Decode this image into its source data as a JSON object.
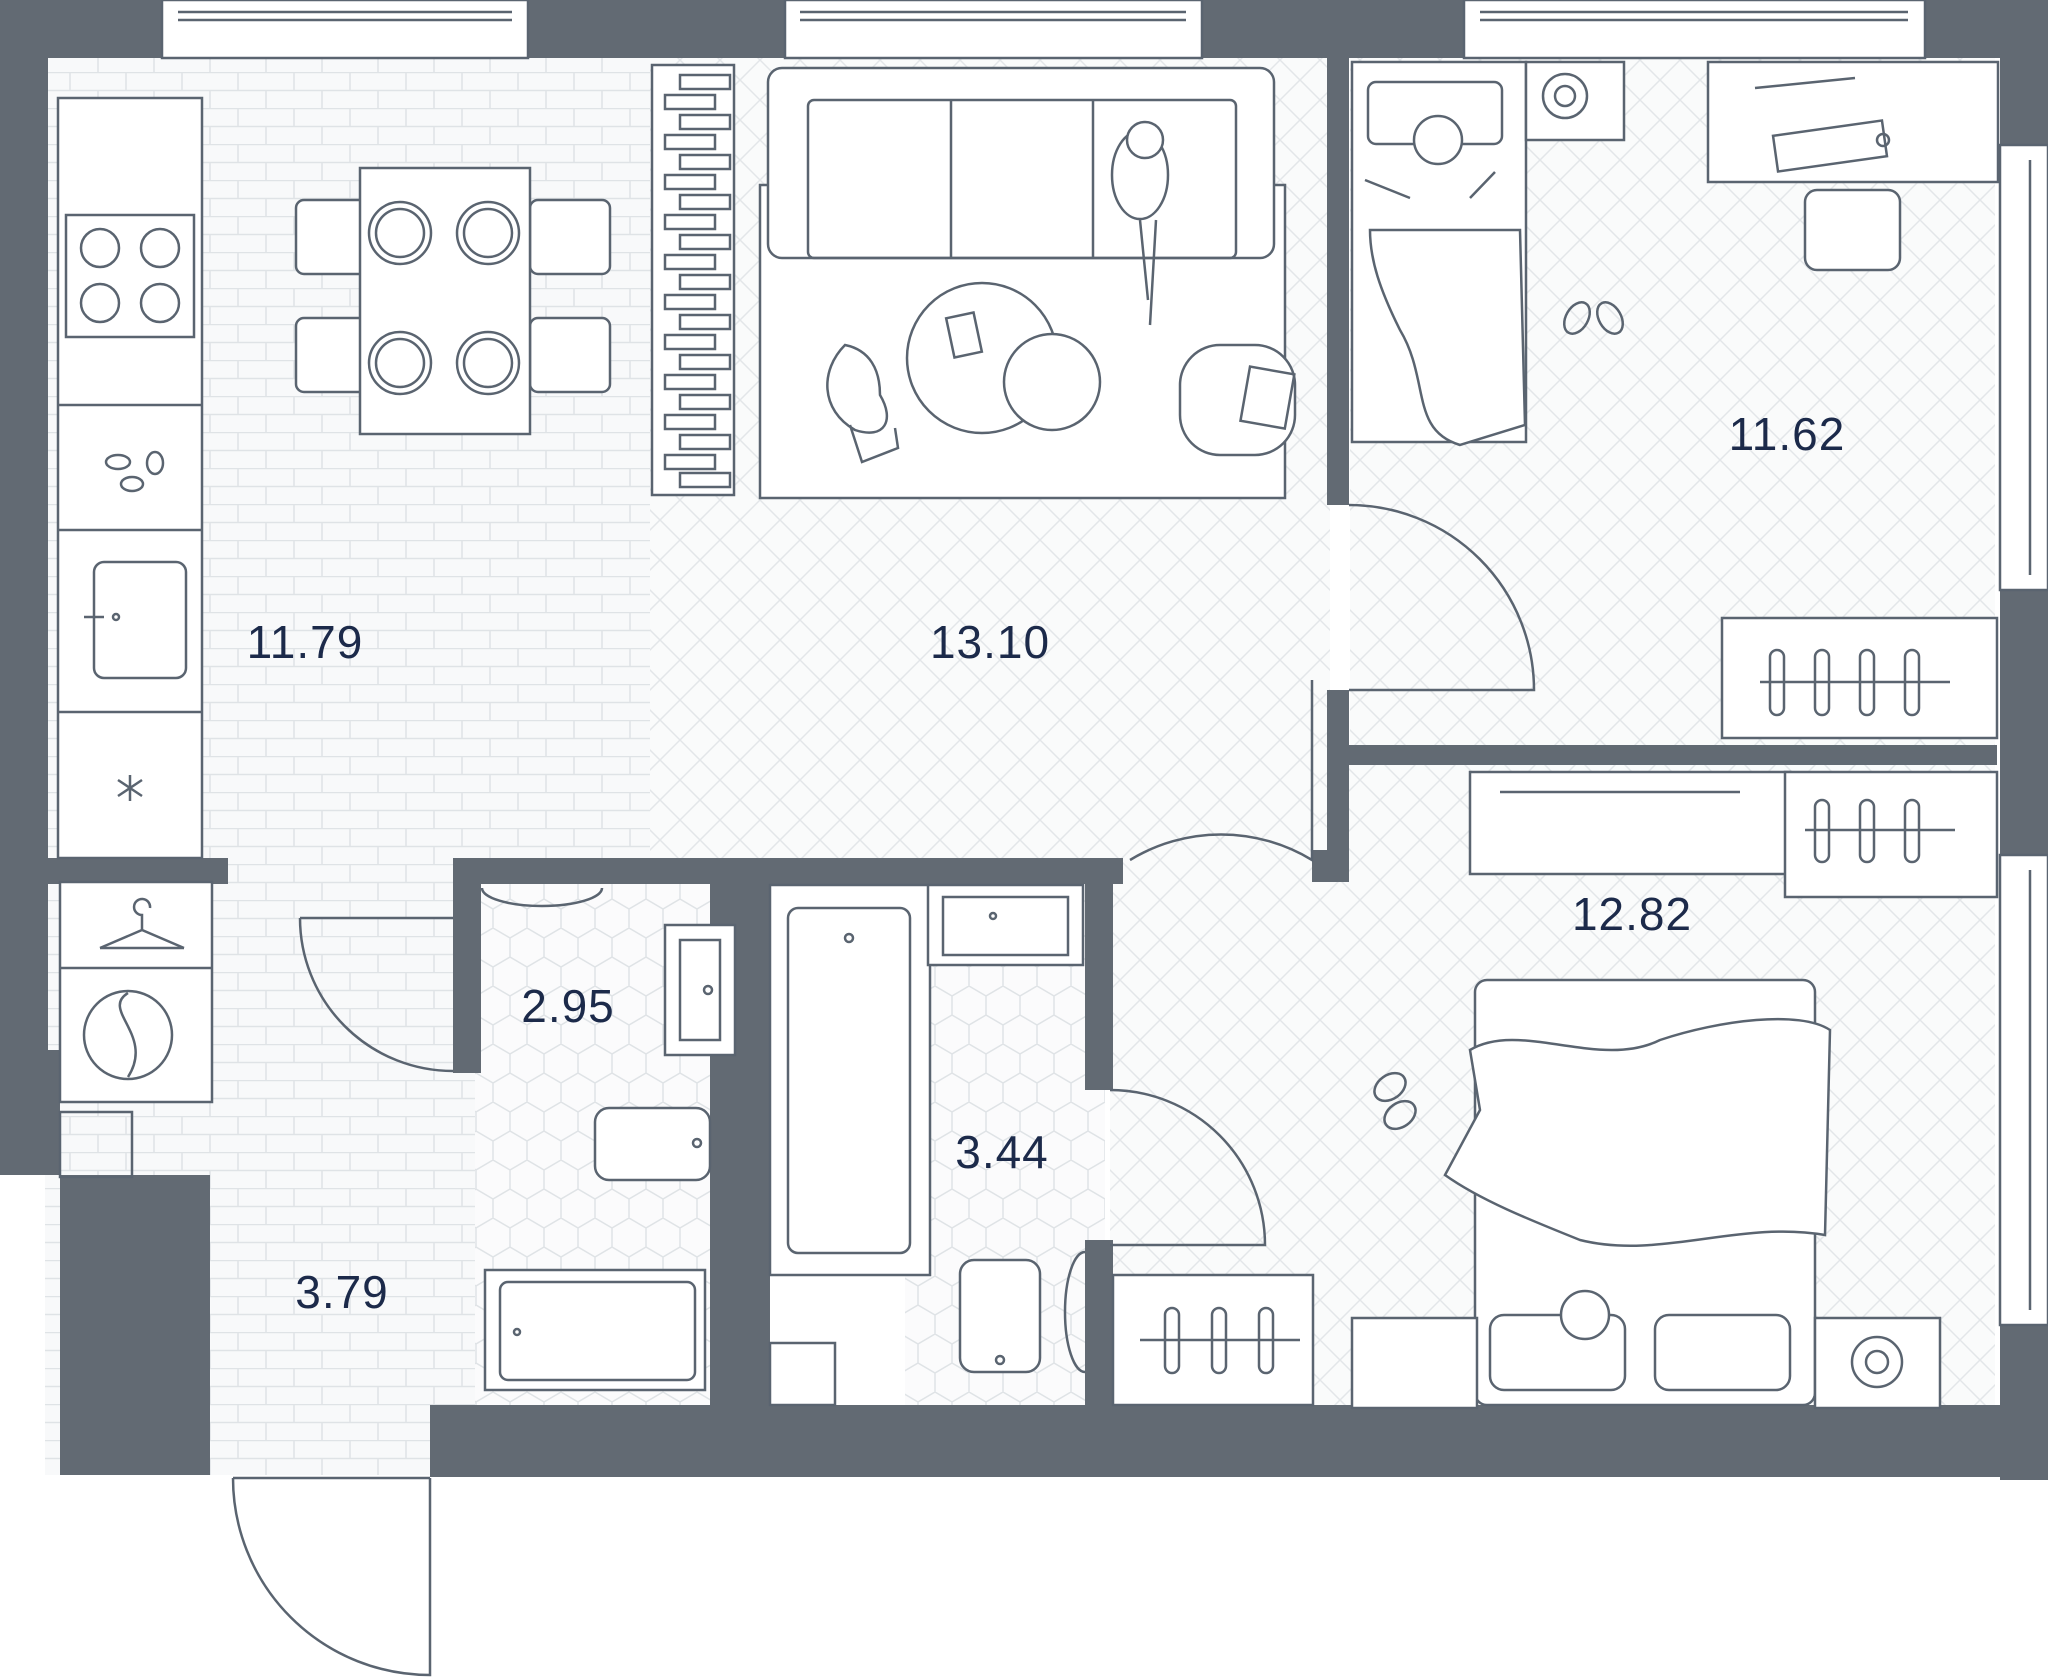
{
  "rooms": [
    {
      "id": "kitchen",
      "area": "11.79"
    },
    {
      "id": "living",
      "area": "13.10"
    },
    {
      "id": "bedroom-top",
      "area": "11.62"
    },
    {
      "id": "bedroom-bottom",
      "area": "12.82"
    },
    {
      "id": "wc",
      "area": "2.95"
    },
    {
      "id": "bathroom",
      "area": "3.44"
    },
    {
      "id": "hall",
      "area": "3.79"
    }
  ],
  "colors": {
    "wall": "#626a73",
    "line": "#5a6470",
    "label": "#1c2a4a",
    "floor": "#f4f5f6"
  }
}
